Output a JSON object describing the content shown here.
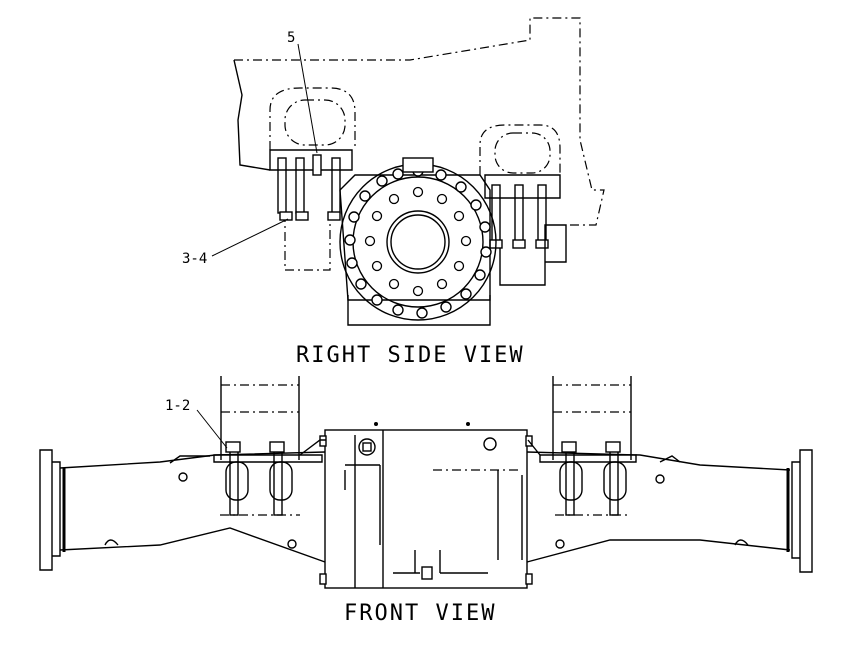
{
  "views": {
    "right_side_title": "RIGHT SIDE VIEW",
    "front_title": "FRONT VIEW"
  },
  "callouts": {
    "item_5": "5",
    "item_3_4": "3-4",
    "item_1_2": "1-2"
  }
}
